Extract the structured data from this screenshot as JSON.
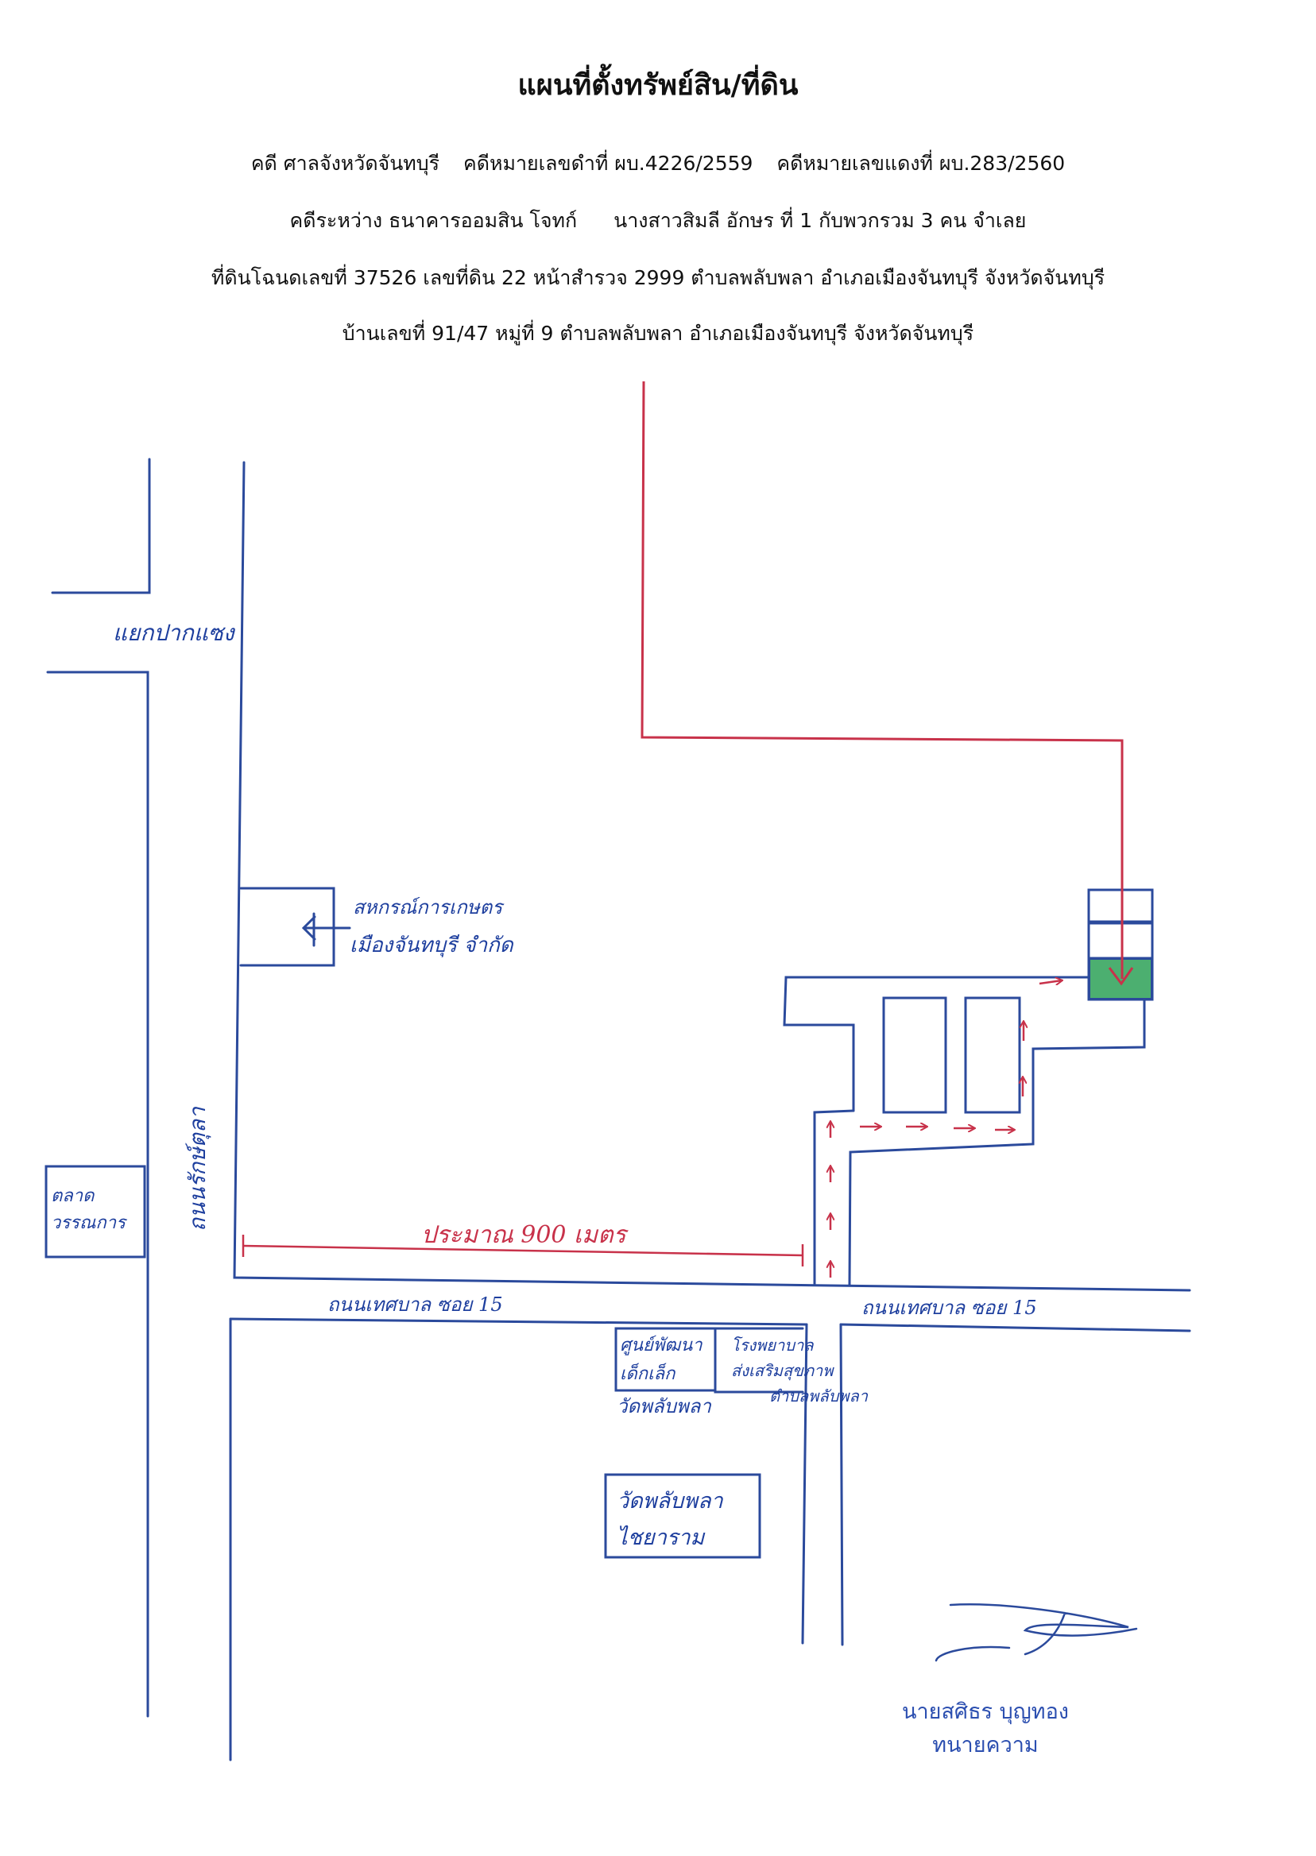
{
  "header": {
    "title": "แผนที่ตั้งทรัพย์สิน/ที่ดิน",
    "case_court": "คดี ศาลจังหวัดจันทบุรี",
    "case_black": "คดีหมายเลขดำที่  ผบ.4226/2559",
    "case_red": "คดีหมายเลขแดงที่  ผบ.283/2560",
    "parties_plaintiff": "คดีระหว่าง ธนาคารออมสิน  โจทก์",
    "parties_defendant": "นางสาวสิมลี อักษร ที่ 1 กับพวกรวม 3 คน  จำเลย",
    "land": "ที่ดินโฉนดเลขที่ 37526 เลขที่ดิน 22 หน้าสำรวจ 2999 ตำบลพลับพลา อำเภอเมืองจันทบุรี จังหวัดจันทบุรี",
    "house": "บ้านเลขที่ 91/47 หมู่ที่ 9 ตำบลพลับพลา อำเภอเมืองจันทบุรี จังหวัดจันทบุรี"
  },
  "map_labels": {
    "junction": "แยกปากแซง",
    "coop_line1": "สหกรณ์การเกษตร",
    "coop_line2": "เมืองจันทบุรี จำกัด",
    "main_road": "ถนนรักษ์ตุลา",
    "market_line1": "ตลาด",
    "market_line2": "วรรณการ",
    "distance": "ประมาณ 900 เมตร",
    "road_left": "ถนนเทศบาล ซอย 15",
    "road_right": "ถนนเทศบาล ซอย 15",
    "childcare_line1": "ศูนย์พัฒนา",
    "childcare_line2": "เด็กเล็ก",
    "school_line1": "โรงพยาบาล",
    "school_line2": "ส่งเสริมสุขภาพ",
    "school_line3": "ตำบลพลับพลา",
    "temple_small": "วัดพลับพลา",
    "temple_big_line1": "วัดพลับพลา",
    "temple_big_line2": "ไชยาราม"
  },
  "signature": {
    "name": "นายสศิธร  บุญทอง",
    "role": "ทนายความ"
  },
  "colors": {
    "road_ink": "#2b4a9c",
    "route_ink": "#c8324a",
    "parcel_fill": "#4caf70"
  }
}
